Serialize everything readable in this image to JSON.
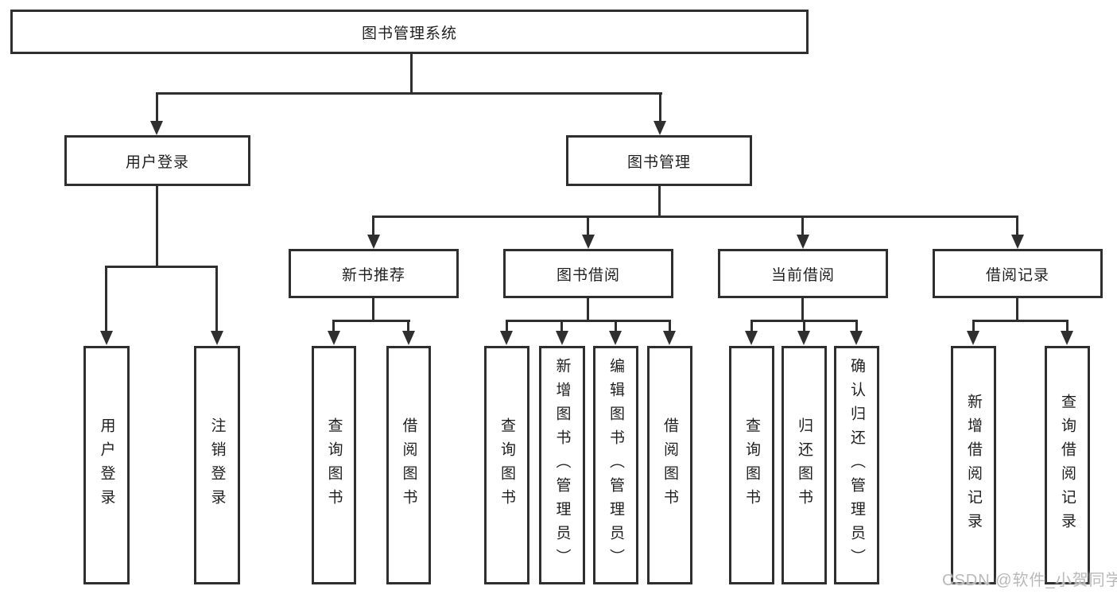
{
  "root": {
    "label": "图书管理系统"
  },
  "user_login": {
    "label": "用户登录",
    "children": [
      "用户登录",
      "注销登录"
    ]
  },
  "book_management": {
    "label": "图书管理",
    "sections": {
      "new_book_recommend": {
        "label": "新书推荐",
        "children": [
          "查询图书",
          "借阅图书"
        ]
      },
      "book_borrowing": {
        "label": "图书借阅",
        "children": [
          "查询图书",
          "新增图书（管理员）",
          "编辑图书（管理员）",
          "借阅图书"
        ]
      },
      "current_borrowing": {
        "label": "当前借阅",
        "children": [
          "查询图书",
          "归还图书",
          "确认归还（管理员）"
        ]
      },
      "borrowing_records": {
        "label": "借阅记录",
        "children": [
          "新增借阅记录",
          "查询借阅记录"
        ]
      }
    }
  },
  "watermark": "CSDN @软件_小贺同学",
  "colors": {
    "line": "#2f2f2f",
    "text": "#1f1f1f",
    "background": "#ffffff",
    "watermark": "#b9b9b9"
  }
}
